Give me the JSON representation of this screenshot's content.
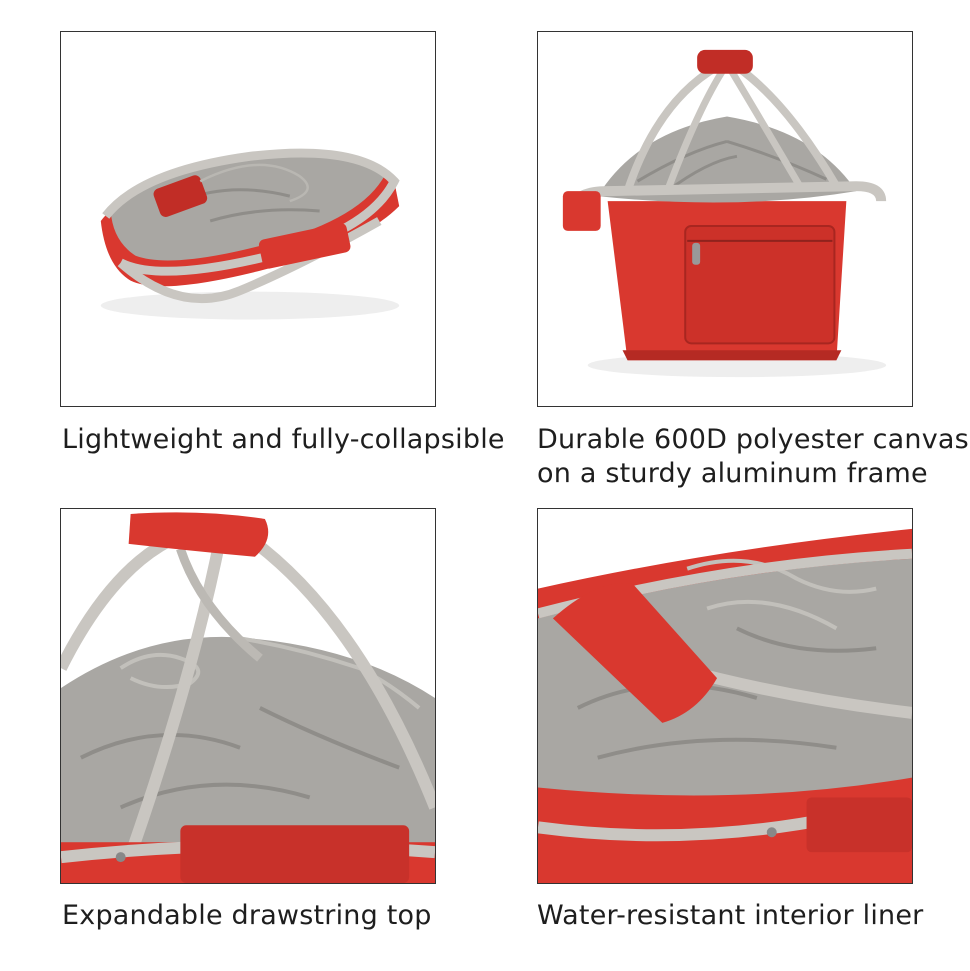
{
  "panels": [
    {
      "caption_lines": [
        "Lightweight and fully-collapsible"
      ]
    },
    {
      "caption_lines": [
        "Durable 600D polyester canvas",
        "on a sturdy aluminum frame"
      ]
    },
    {
      "caption_lines": [
        "Expandable drawstring top"
      ]
    },
    {
      "caption_lines": [
        "Water-resistant interior liner"
      ]
    }
  ],
  "colors": {
    "basket_red": "#d9382f",
    "liner_gray": "#a9a7a3",
    "frame_gray": "#c9c6c1",
    "border": "#333333"
  }
}
